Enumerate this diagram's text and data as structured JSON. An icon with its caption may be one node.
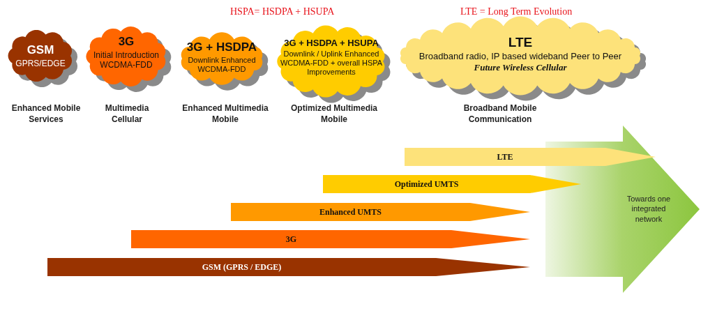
{
  "diagram": {
    "nodes": [
      {
        "text": [
          "GSM",
          "GPRS/EDGE"
        ],
        "beside": [
          "Enhanced Mobile Services"
        ]
      },
      {
        "text": [
          "3G",
          "Initial Introduction WCDMA-FDD"
        ],
        "beside": [
          "Multimedia Cellular"
        ]
      },
      {
        "text": [
          "3G + HSDPA",
          "Downlink Enhanced WCDMA-FDD"
        ],
        "beside": [
          "Enhanced Multimedia Mobile"
        ]
      },
      {
        "text": [
          "3G + HSDPA + HSUPA",
          "Downlink / Uplink Enhanced WCDMA-FDD + overall HSPA Improvements"
        ],
        "beside": [
          "Optimized Multimedia Mobile"
        ]
      },
      {
        "text": [
          "LTE",
          "Broadband radio, IP based wideband Peer to Peer",
          "Future Wireless Cellular"
        ],
        "beside": [
          "Broadband Mobile Communication"
        ]
      },
      {
        "text": [
          "LTE"
        ]
      },
      {
        "text": [
          "Optimized UMTS"
        ]
      },
      {
        "text": [
          "Enhanced UMTS"
        ]
      },
      {
        "text": [
          "3G"
        ]
      },
      {
        "text": [
          "GSM (GPRS / EDGE)"
        ]
      },
      {
        "text": [
          "Towards one integrated network"
        ]
      }
    ],
    "labels": [
      "HSPA= HSDPA + HSUPA",
      "LTE = Long Term Evolution"
    ]
  }
}
